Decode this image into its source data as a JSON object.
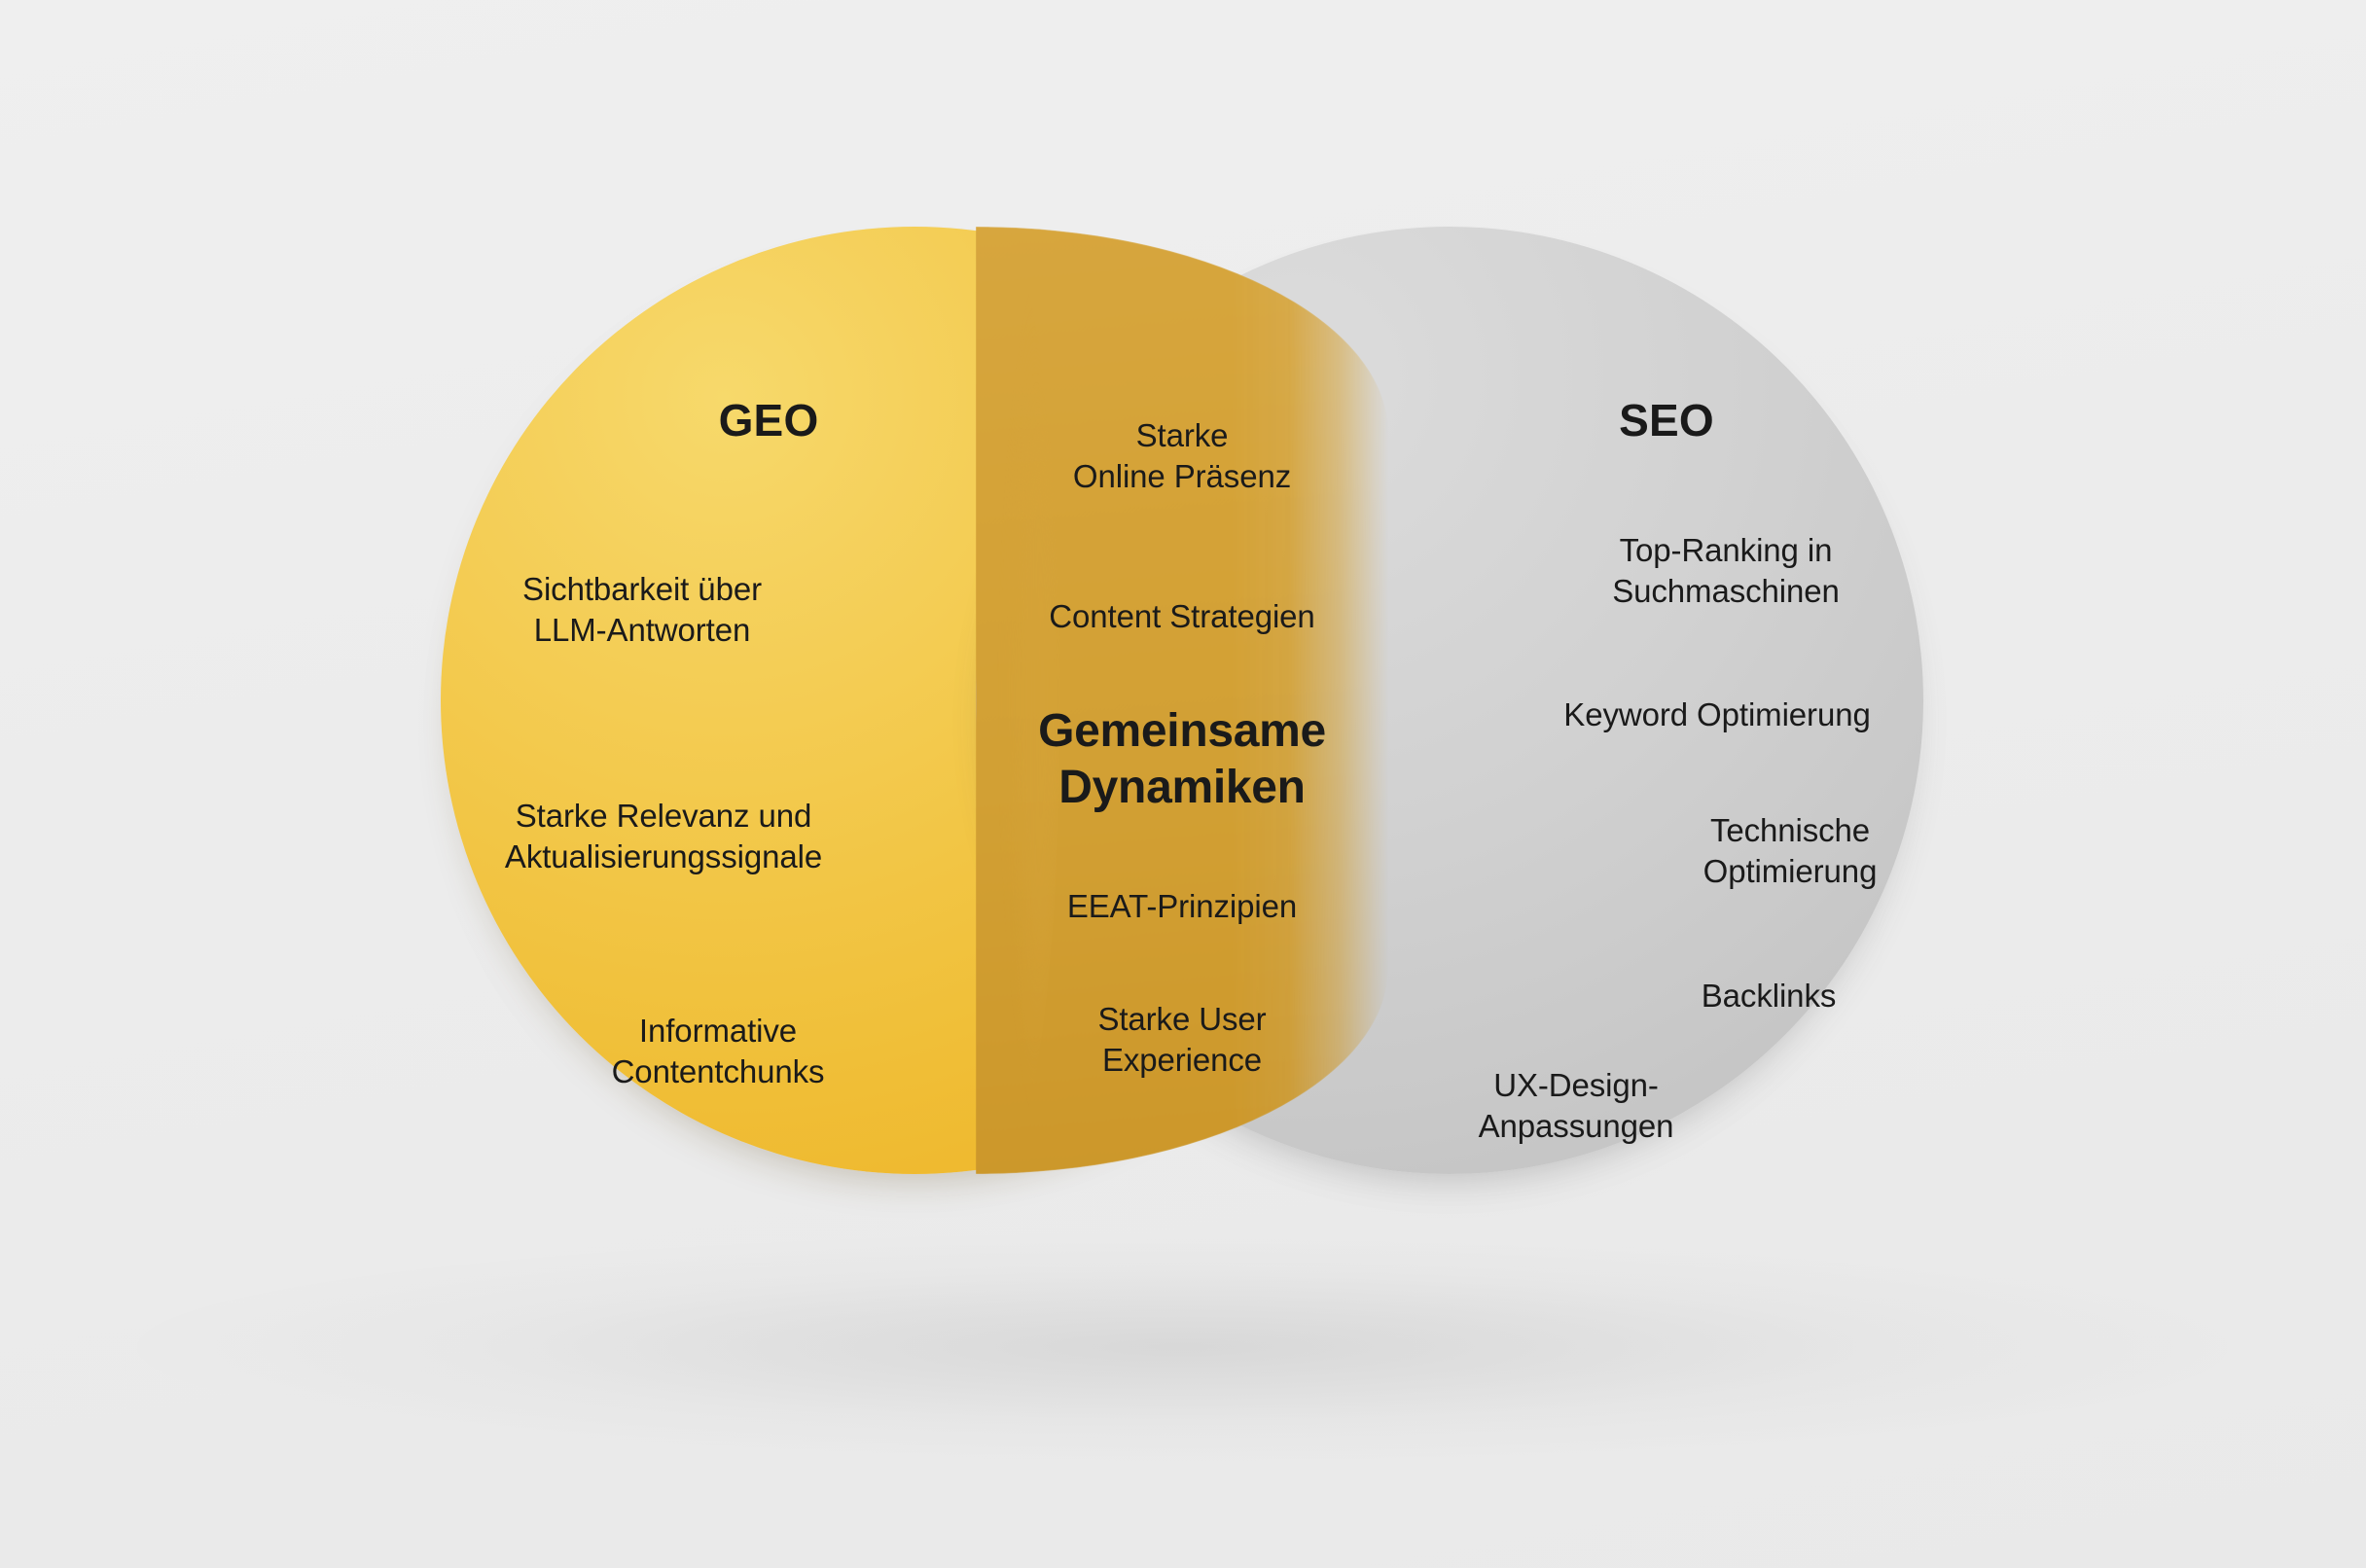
{
  "diagram": {
    "type": "venn",
    "background_color": "#ececec",
    "left_set": {
      "label": "GEO",
      "fill_color": "#f0c13a",
      "items": [
        "Sichtbarkeit über\nLLM-Antworten",
        "Starke Relevanz und\nAktualisierungssignale",
        "Informative\nContentchunks"
      ]
    },
    "right_set": {
      "label": "SEO",
      "fill_color": "#cccccc",
      "items": [
        "Top-Ranking in\nSuchmaschinen",
        "Keyword Optimierung",
        "Technische\nOptimierung",
        "Backlinks",
        "UX-Design-\nAnpassungen"
      ]
    },
    "intersection": {
      "title": "Gemeinsame\nDynamiken",
      "fill_color": "#d4a037",
      "items_above": [
        "Starke\nOnline Präsenz",
        "Content Strategien"
      ],
      "items_below": [
        "EEAT-Prinzipien",
        "Starke User\nExperience"
      ]
    },
    "text_color": "#1a1a1a"
  }
}
